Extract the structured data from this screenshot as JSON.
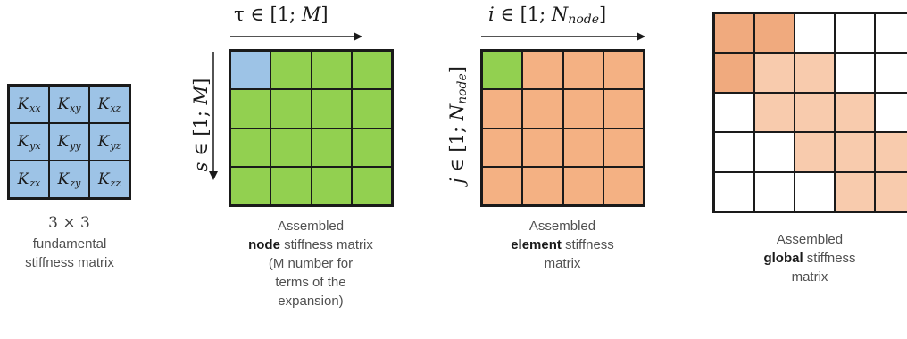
{
  "colors": {
    "blue": "#9dc3e6",
    "green": "#92d050",
    "orange": "#f4b183",
    "orange_dark": "#f0aa7e",
    "orange_light": "#f8cbad",
    "white": "#ffffff",
    "border": "#1a1a1a"
  },
  "fundamental": {
    "cells": [
      {
        "base": "K",
        "sub": "xx"
      },
      {
        "base": "K",
        "sub": "xy"
      },
      {
        "base": "K",
        "sub": "xz"
      },
      {
        "base": "K",
        "sub": "yx"
      },
      {
        "base": "K",
        "sub": "yy"
      },
      {
        "base": "K",
        "sub": "yz"
      },
      {
        "base": "K",
        "sub": "zx"
      },
      {
        "base": "K",
        "sub": "zy"
      },
      {
        "base": "K",
        "sub": "zz"
      }
    ],
    "dims_label": "3 × 3",
    "caption_line1": "fundamental",
    "caption_line2": "stiffness matrix"
  },
  "node_matrix": {
    "top_label": "τ ∈ [1; M]",
    "top_symbol": "τ",
    "top_range_open": " ∈ [1; ",
    "top_range_var": "M",
    "top_range_close": "]",
    "side_symbol": "s",
    "side_range_open": " ∈ [1; ",
    "side_range_var": "M",
    "side_range_close": "]",
    "caption_line1": "Assembled",
    "caption_bold": "node",
    "caption_line2_rest": " stiffness matrix",
    "caption_line3": "(M number for",
    "caption_line4": "terms of the",
    "caption_line5": "expansion)"
  },
  "element_matrix": {
    "top_symbol": "i",
    "top_range_open": " ∈ [1; ",
    "top_range_var": "N",
    "top_range_sub": "node",
    "top_range_close": "]",
    "side_symbol": "j",
    "side_range_open": " ∈ [1; ",
    "side_range_var": "N",
    "side_range_sub": "node",
    "side_range_close": "]",
    "caption_line1": "Assembled",
    "caption_bold": "element",
    "caption_line2_rest": " stiffness",
    "caption_line3": "matrix"
  },
  "global_matrix": {
    "caption_line1": "Assembled",
    "caption_bold": "global",
    "caption_line2_rest": " stiffness",
    "caption_line3": "matrix"
  }
}
